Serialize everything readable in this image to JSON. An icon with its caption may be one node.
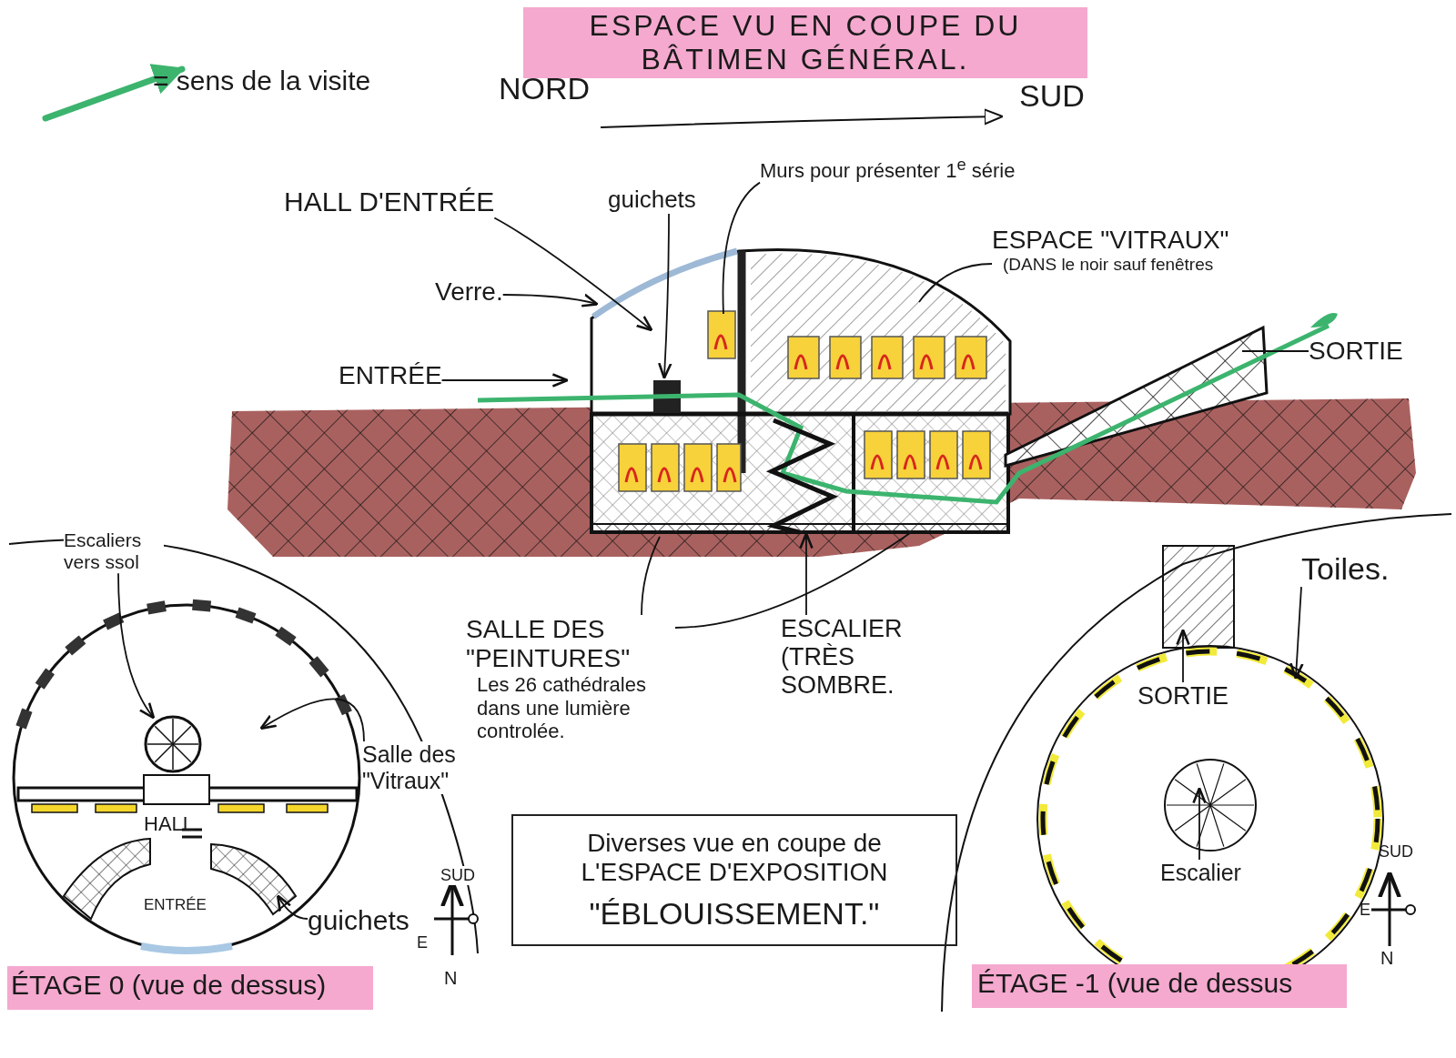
{
  "diagram": {
    "title": "ESPACE VU EN COUPE DU BÂTIMEN GÉNÉRAL.",
    "nodes": [
      {
        "text": [
          "HALL D'ENTRÉE"
        ]
      },
      {
        "text": [
          "guichets"
        ]
      },
      {
        "text": [
          "Murs pour présenter 1$^{e}$ série"
        ]
      },
      {
        "text": [
          "Verre."
        ]
      },
      {
        "text": [
          "ESPACE \"VITRAUX\"",
          "(DANS le noir sauf fenêtres"
        ]
      },
      {
        "text": [
          "ENTRÉE"
        ]
      },
      {
        "text": [
          "SORTIE"
        ]
      },
      {
        "text": [
          "SALLE DES \"PEINTURES\"",
          "Les 26 cathédrales dans une lumière controlée."
        ]
      },
      {
        "text": [
          "ESCALIER (TRÈS SOMBRE."
        ]
      },
      {
        "text": [
          "Diverses vue en coupe de L'ESPACE D'EXPOSITION",
          "\"ÉBLOUISSEMENT.\""
        ]
      },
      {
        "text": [
          "Escaliers vers ssol"
        ]
      },
      {
        "text": [
          "Salle des \"Vitraux\""
        ]
      },
      {
        "text": [
          "guichets"
        ]
      },
      {
        "text": [
          "Toiles."
        ]
      },
      {
        "text": [
          "SORTIE"
        ]
      },
      {
        "text": [
          "Escalier"
        ]
      }
    ],
    "edges": [
      {
        "from": 0,
        "to": null,
        "arrow": "to"
      },
      {
        "from": 1,
        "to": null,
        "arrow": "to"
      },
      {
        "from": 2,
        "to": null,
        "arrow": "none"
      },
      {
        "from": 3,
        "to": null,
        "arrow": "to"
      },
      {
        "from": 4,
        "to": null,
        "arrow": "none"
      },
      {
        "from": 5,
        "to": null,
        "arrow": "to"
      },
      {
        "from": 6,
        "to": null,
        "arrow": "none"
      },
      {
        "from": 7,
        "to": null,
        "arrow": "none"
      },
      {
        "from": 7,
        "to": null,
        "arrow": "none"
      },
      {
        "from": 8,
        "to": null,
        "arrow": "to"
      },
      {
        "from": 10,
        "to": null,
        "arrow": "to"
      },
      {
        "from": 11,
        "to": null,
        "arrow": "to"
      },
      {
        "from": 12,
        "to": null,
        "arrow": "to"
      },
      {
        "from": 13,
        "to": null,
        "arrow": "to"
      },
      {
        "from": 14,
        "to": null,
        "arrow": "to"
      },
      {
        "from": 15,
        "to": null,
        "arrow": "to"
      }
    ],
    "labels": [
      "NORD",
      "SUD",
      "HALL",
      "ENTRÉE",
      "SUD",
      "E",
      "N",
      "ÉTAGE 0 (vue de dessus)",
      "SUD",
      "E",
      "N",
      "ÉTAGE -1 (vue de dessus"
    ],
    "legend": [
      {
        "text": "= sens de la visite"
      }
    ]
  }
}
